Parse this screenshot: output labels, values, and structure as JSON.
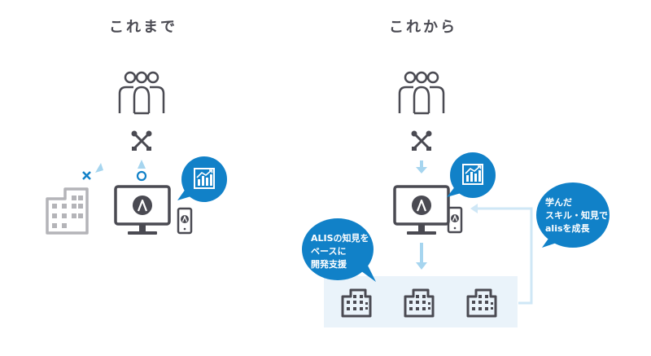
{
  "headings": {
    "before": "これまで",
    "after": "これから"
  },
  "bubbles": {
    "base_line1": "ALISの知見を",
    "base_line2": "ベースに",
    "base_line3": "開発支援",
    "learn_line1": "学んだ",
    "learn_line2": "スキル・知見で",
    "learn_line3": "alisを成長"
  },
  "icons": {
    "monitor_logo": "Λ",
    "phone_logo": "Λ"
  },
  "colors": {
    "dark": "#4a4a52",
    "blue": "#1181c8",
    "light_blue": "#a6d5ef",
    "gray": "#b4b4b8",
    "panel": "#eaf3fa"
  }
}
